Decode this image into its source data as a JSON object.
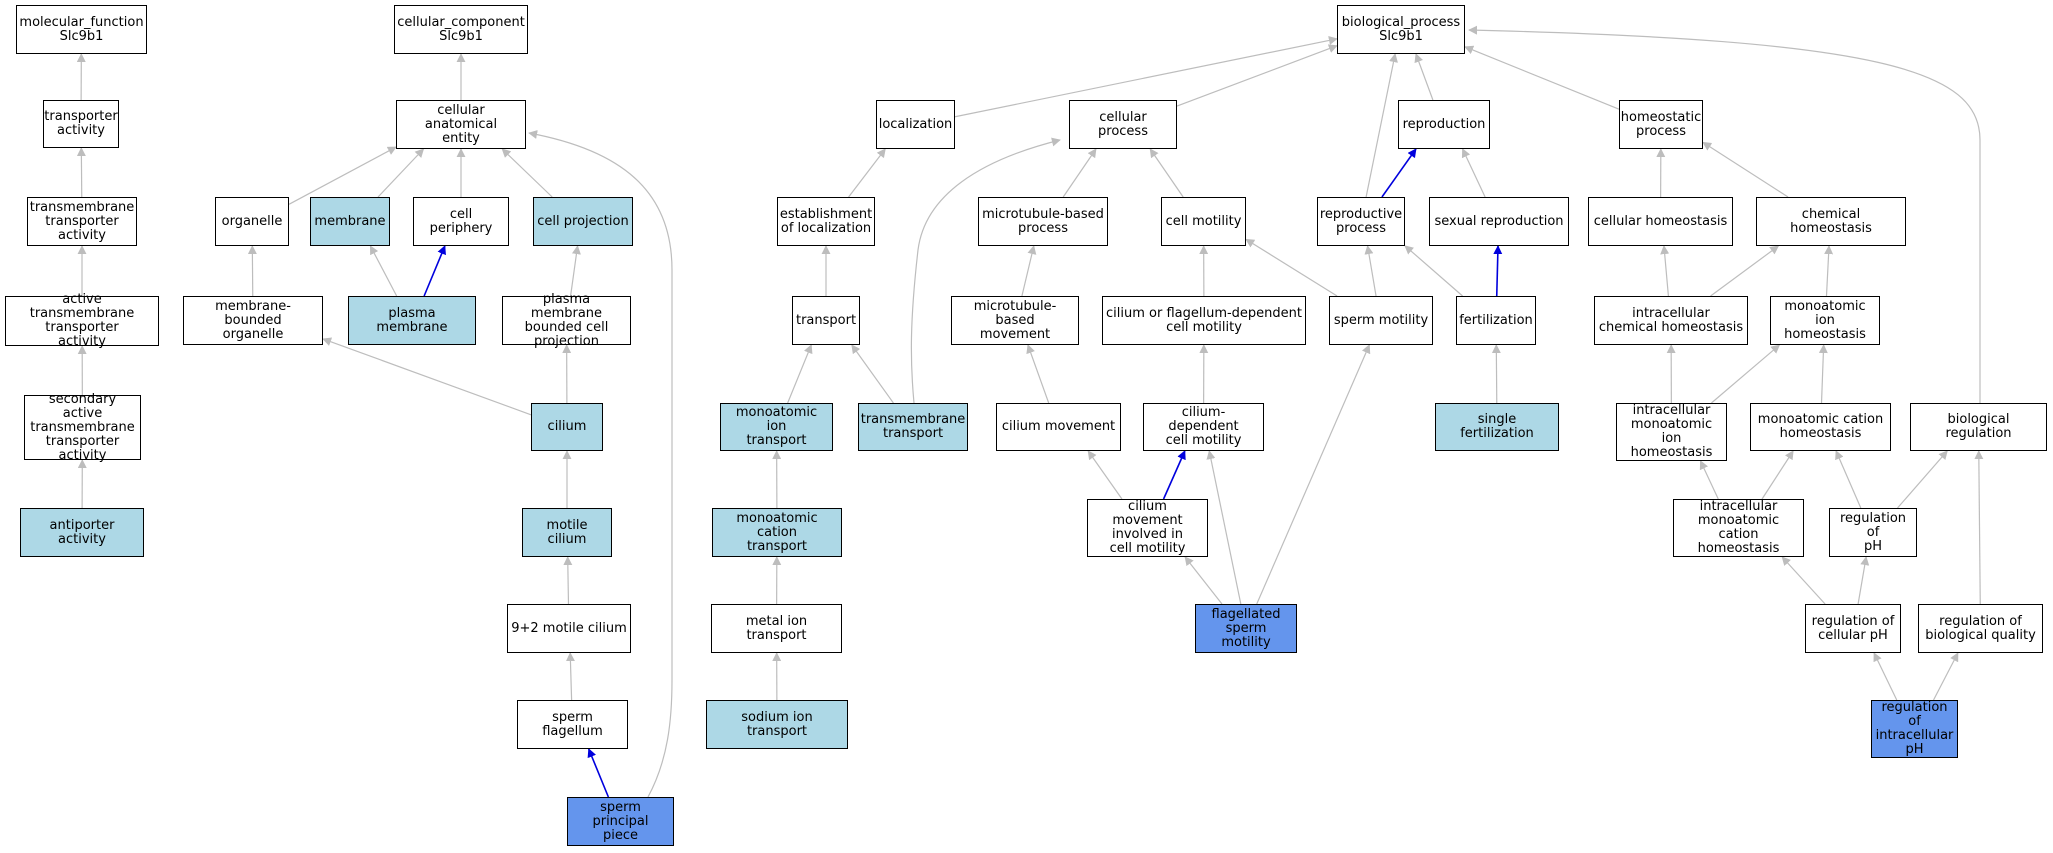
{
  "colors": {
    "plain": "#ffffff",
    "light": "#add8e6",
    "dark": "#6495ed",
    "edge_gray": "#bdbdbd",
    "edge_blue": "#0000dd"
  },
  "nodes": [
    {
      "id": "mf",
      "label": "molecular_function\nSlc9b1",
      "style": "plain"
    },
    {
      "id": "transporter_activity",
      "label": "transporter\nactivity",
      "style": "plain"
    },
    {
      "id": "tm_transporter_activity",
      "label": "transmembrane\ntransporter\nactivity",
      "style": "plain"
    },
    {
      "id": "active_tm",
      "label": "active transmembrane\ntransporter\nactivity",
      "style": "plain"
    },
    {
      "id": "secondary_active",
      "label": "secondary active\ntransmembrane\ntransporter\nactivity",
      "style": "plain"
    },
    {
      "id": "antiporter",
      "label": "antiporter activity",
      "style": "light"
    },
    {
      "id": "cc",
      "label": "cellular_component\nSlc9b1",
      "style": "plain"
    },
    {
      "id": "cae",
      "label": "cellular anatomical\nentity",
      "style": "plain"
    },
    {
      "id": "organelle",
      "label": "organelle",
      "style": "plain"
    },
    {
      "id": "membrane",
      "label": "membrane",
      "style": "light"
    },
    {
      "id": "cell_periphery",
      "label": "cell periphery",
      "style": "plain"
    },
    {
      "id": "cell_projection",
      "label": "cell projection",
      "style": "light"
    },
    {
      "id": "mbo",
      "label": "membrane-bounded\norganelle",
      "style": "plain"
    },
    {
      "id": "plasma_membrane",
      "label": "plasma membrane",
      "style": "light"
    },
    {
      "id": "pmbcp",
      "label": "plasma membrane\nbounded cell\nprojection",
      "style": "plain"
    },
    {
      "id": "cilium",
      "label": "cilium",
      "style": "light"
    },
    {
      "id": "motile_cilium",
      "label": "motile cilium",
      "style": "light"
    },
    {
      "id": "nine_two",
      "label": "9+2 motile cilium",
      "style": "plain"
    },
    {
      "id": "sperm_flagellum",
      "label": "sperm flagellum",
      "style": "plain"
    },
    {
      "id": "sperm_principal",
      "label": "sperm principal\npiece",
      "style": "dark"
    },
    {
      "id": "localization",
      "label": "localization",
      "style": "plain"
    },
    {
      "id": "est_loc",
      "label": "establishment\nof localization",
      "style": "plain"
    },
    {
      "id": "transport",
      "label": "transport",
      "style": "plain"
    },
    {
      "id": "mono_ion_transport",
      "label": "monoatomic ion\ntransport",
      "style": "light"
    },
    {
      "id": "tm_transport",
      "label": "transmembrane\ntransport",
      "style": "light"
    },
    {
      "id": "mono_cation_transport",
      "label": "monoatomic cation\ntransport",
      "style": "light"
    },
    {
      "id": "metal_ion_transport",
      "label": "metal ion transport",
      "style": "plain"
    },
    {
      "id": "sodium_ion_transport",
      "label": "sodium ion transport",
      "style": "light"
    },
    {
      "id": "cellular_process",
      "label": "cellular process",
      "style": "plain"
    },
    {
      "id": "mt_process",
      "label": "microtubule-based\nprocess",
      "style": "plain"
    },
    {
      "id": "cell_motility",
      "label": "cell motility",
      "style": "plain"
    },
    {
      "id": "mt_movement",
      "label": "microtubule-based\nmovement",
      "style": "plain"
    },
    {
      "id": "cfdcm",
      "label": "cilium or flagellum-dependent\ncell motility",
      "style": "plain"
    },
    {
      "id": "cilium_movement",
      "label": "cilium movement",
      "style": "plain"
    },
    {
      "id": "cdcm",
      "label": "cilium-dependent\ncell motility",
      "style": "plain"
    },
    {
      "id": "cm_involved",
      "label": "cilium movement\ninvolved in\ncell motility",
      "style": "plain"
    },
    {
      "id": "flag_sperm_motility",
      "label": "flagellated\nsperm motility",
      "style": "dark"
    },
    {
      "id": "bp",
      "label": "biological_process\nSlc9b1",
      "style": "plain"
    },
    {
      "id": "reproduction",
      "label": "reproduction",
      "style": "plain"
    },
    {
      "id": "repro_process",
      "label": "reproductive\nprocess",
      "style": "plain"
    },
    {
      "id": "sexual_repro",
      "label": "sexual reproduction",
      "style": "plain"
    },
    {
      "id": "sperm_motility",
      "label": "sperm motility",
      "style": "plain"
    },
    {
      "id": "fertilization",
      "label": "fertilization",
      "style": "plain"
    },
    {
      "id": "single_fert",
      "label": "single fertilization",
      "style": "light"
    },
    {
      "id": "homeostatic",
      "label": "homeostatic\nprocess",
      "style": "plain"
    },
    {
      "id": "cellular_homeo",
      "label": "cellular homeostasis",
      "style": "plain"
    },
    {
      "id": "chemical_homeo",
      "label": "chemical homeostasis",
      "style": "plain"
    },
    {
      "id": "intra_chem_homeo",
      "label": "intracellular\nchemical homeostasis",
      "style": "plain"
    },
    {
      "id": "mono_ion_homeo",
      "label": "monoatomic ion\nhomeostasis",
      "style": "plain"
    },
    {
      "id": "intra_mono_ion_homeo",
      "label": "intracellular\nmonoatomic ion\nhomeostasis",
      "style": "plain"
    },
    {
      "id": "mono_cation_homeo",
      "label": "monoatomic cation\nhomeostasis",
      "style": "plain"
    },
    {
      "id": "bio_reg",
      "label": "biological regulation",
      "style": "plain"
    },
    {
      "id": "intra_mono_cation_homeo",
      "label": "intracellular\nmonoatomic cation\nhomeostasis",
      "style": "plain"
    },
    {
      "id": "reg_ph",
      "label": "regulation of\npH",
      "style": "plain"
    },
    {
      "id": "reg_cell_ph",
      "label": "regulation of\ncellular pH",
      "style": "plain"
    },
    {
      "id": "reg_bio_quality",
      "label": "regulation of\nbiological quality",
      "style": "plain"
    },
    {
      "id": "reg_intra_ph",
      "label": "regulation of\nintracellular\npH",
      "style": "dark"
    }
  ],
  "edges": [
    {
      "from": "transporter_activity",
      "to": "mf",
      "color": "gray"
    },
    {
      "from": "tm_transporter_activity",
      "to": "transporter_activity",
      "color": "gray"
    },
    {
      "from": "active_tm",
      "to": "tm_transporter_activity",
      "color": "gray"
    },
    {
      "from": "secondary_active",
      "to": "active_tm",
      "color": "gray"
    },
    {
      "from": "antiporter",
      "to": "secondary_active",
      "color": "gray"
    },
    {
      "from": "cae",
      "to": "cc",
      "color": "gray"
    },
    {
      "from": "organelle",
      "to": "cae",
      "color": "gray"
    },
    {
      "from": "membrane",
      "to": "cae",
      "color": "gray"
    },
    {
      "from": "cell_periphery",
      "to": "cae",
      "color": "gray"
    },
    {
      "from": "cell_projection",
      "to": "cae",
      "color": "gray"
    },
    {
      "from": "mbo",
      "to": "organelle",
      "color": "gray"
    },
    {
      "from": "plasma_membrane",
      "to": "membrane",
      "color": "gray"
    },
    {
      "from": "plasma_membrane",
      "to": "cell_periphery",
      "color": "blue"
    },
    {
      "from": "pmbcp",
      "to": "cell_projection",
      "color": "gray"
    },
    {
      "from": "cilium",
      "to": "mbo",
      "color": "gray"
    },
    {
      "from": "cilium",
      "to": "pmbcp",
      "color": "gray"
    },
    {
      "from": "motile_cilium",
      "to": "cilium",
      "color": "gray"
    },
    {
      "from": "nine_two",
      "to": "motile_cilium",
      "color": "gray"
    },
    {
      "from": "sperm_flagellum",
      "to": "nine_two",
      "color": "gray"
    },
    {
      "from": "sperm_principal",
      "to": "sperm_flagellum",
      "color": "blue"
    },
    {
      "from": "sperm_principal",
      "to": "cae",
      "color": "gray",
      "curve": "principal"
    },
    {
      "from": "localization",
      "to": "bp",
      "color": "gray"
    },
    {
      "from": "cellular_process",
      "to": "bp",
      "color": "gray"
    },
    {
      "from": "est_loc",
      "to": "localization",
      "color": "gray"
    },
    {
      "from": "transport",
      "to": "est_loc",
      "color": "gray"
    },
    {
      "from": "mono_ion_transport",
      "to": "transport",
      "color": "gray"
    },
    {
      "from": "tm_transport",
      "to": "transport",
      "color": "gray"
    },
    {
      "from": "tm_transport",
      "to": "cellular_process",
      "color": "gray",
      "curve": "tmtransport"
    },
    {
      "from": "mono_cation_transport",
      "to": "mono_ion_transport",
      "color": "gray"
    },
    {
      "from": "metal_ion_transport",
      "to": "mono_cation_transport",
      "color": "gray"
    },
    {
      "from": "sodium_ion_transport",
      "to": "metal_ion_transport",
      "color": "gray"
    },
    {
      "from": "mt_process",
      "to": "cellular_process",
      "color": "gray"
    },
    {
      "from": "cell_motility",
      "to": "cellular_process",
      "color": "gray"
    },
    {
      "from": "mt_movement",
      "to": "mt_process",
      "color": "gray"
    },
    {
      "from": "cfdcm",
      "to": "cell_motility",
      "color": "gray"
    },
    {
      "from": "cilium_movement",
      "to": "mt_movement",
      "color": "gray"
    },
    {
      "from": "cdcm",
      "to": "cfdcm",
      "color": "gray"
    },
    {
      "from": "cm_involved",
      "to": "cilium_movement",
      "color": "gray"
    },
    {
      "from": "cm_involved",
      "to": "cdcm",
      "color": "blue"
    },
    {
      "from": "flag_sperm_motility",
      "to": "cm_involved",
      "color": "gray"
    },
    {
      "from": "flag_sperm_motility",
      "to": "cdcm",
      "color": "gray"
    },
    {
      "from": "flag_sperm_motility",
      "to": "sperm_motility",
      "color": "gray"
    },
    {
      "from": "reproduction",
      "to": "bp",
      "color": "gray"
    },
    {
      "from": "repro_process",
      "to": "bp",
      "color": "gray"
    },
    {
      "from": "repro_process",
      "to": "reproduction",
      "color": "blue"
    },
    {
      "from": "sexual_repro",
      "to": "reproduction",
      "color": "gray"
    },
    {
      "from": "sperm_motility",
      "to": "cell_motility",
      "color": "gray"
    },
    {
      "from": "sperm_motility",
      "to": "repro_process",
      "color": "gray"
    },
    {
      "from": "fertilization",
      "to": "repro_process",
      "color": "gray"
    },
    {
      "from": "fertilization",
      "to": "sexual_repro",
      "color": "blue"
    },
    {
      "from": "single_fert",
      "to": "fertilization",
      "color": "gray"
    },
    {
      "from": "homeostatic",
      "to": "bp",
      "color": "gray"
    },
    {
      "from": "bio_reg",
      "to": "bp",
      "color": "gray",
      "curve": "bioreg"
    },
    {
      "from": "cellular_homeo",
      "to": "homeostatic",
      "color": "gray"
    },
    {
      "from": "chemical_homeo",
      "to": "homeostatic",
      "color": "gray"
    },
    {
      "from": "intra_chem_homeo",
      "to": "cellular_homeo",
      "color": "gray"
    },
    {
      "from": "intra_chem_homeo",
      "to": "chemical_homeo",
      "color": "gray"
    },
    {
      "from": "mono_ion_homeo",
      "to": "chemical_homeo",
      "color": "gray"
    },
    {
      "from": "intra_mono_ion_homeo",
      "to": "intra_chem_homeo",
      "color": "gray"
    },
    {
      "from": "intra_mono_ion_homeo",
      "to": "mono_ion_homeo",
      "color": "gray"
    },
    {
      "from": "mono_cation_homeo",
      "to": "mono_ion_homeo",
      "color": "gray"
    },
    {
      "from": "intra_mono_cation_homeo",
      "to": "intra_mono_ion_homeo",
      "color": "gray"
    },
    {
      "from": "intra_mono_cation_homeo",
      "to": "mono_cation_homeo",
      "color": "gray"
    },
    {
      "from": "reg_ph",
      "to": "mono_cation_homeo",
      "color": "gray"
    },
    {
      "from": "reg_ph",
      "to": "bio_reg",
      "color": "gray"
    },
    {
      "from": "reg_cell_ph",
      "to": "intra_mono_cation_homeo",
      "color": "gray"
    },
    {
      "from": "reg_cell_ph",
      "to": "reg_ph",
      "color": "gray"
    },
    {
      "from": "reg_bio_quality",
      "to": "bio_reg",
      "color": "gray"
    },
    {
      "from": "reg_intra_ph",
      "to": "reg_cell_ph",
      "color": "gray"
    },
    {
      "from": "reg_intra_ph",
      "to": "reg_bio_quality",
      "color": "gray"
    }
  ]
}
